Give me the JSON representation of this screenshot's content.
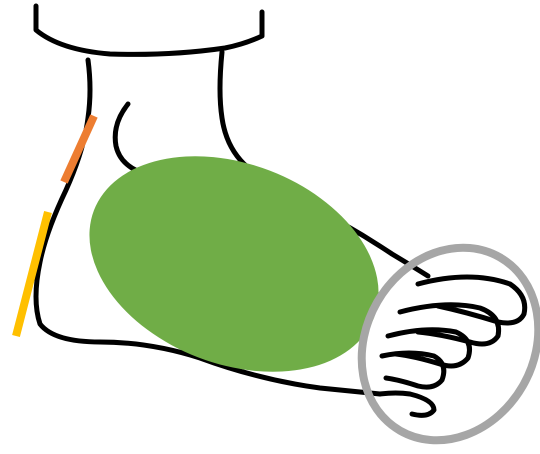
{
  "diagram": {
    "subject": "foot",
    "regions": [
      {
        "name": "midfoot-area",
        "shape": "ellipse",
        "color": "#70AD47"
      },
      {
        "name": "toes-area",
        "shape": "ellipse-outline",
        "color": "#A6A6A6"
      },
      {
        "name": "achilles-marker",
        "shape": "line",
        "color": "#ED7D31"
      },
      {
        "name": "heel-marker",
        "shape": "line",
        "color": "#FFC000"
      }
    ]
  }
}
